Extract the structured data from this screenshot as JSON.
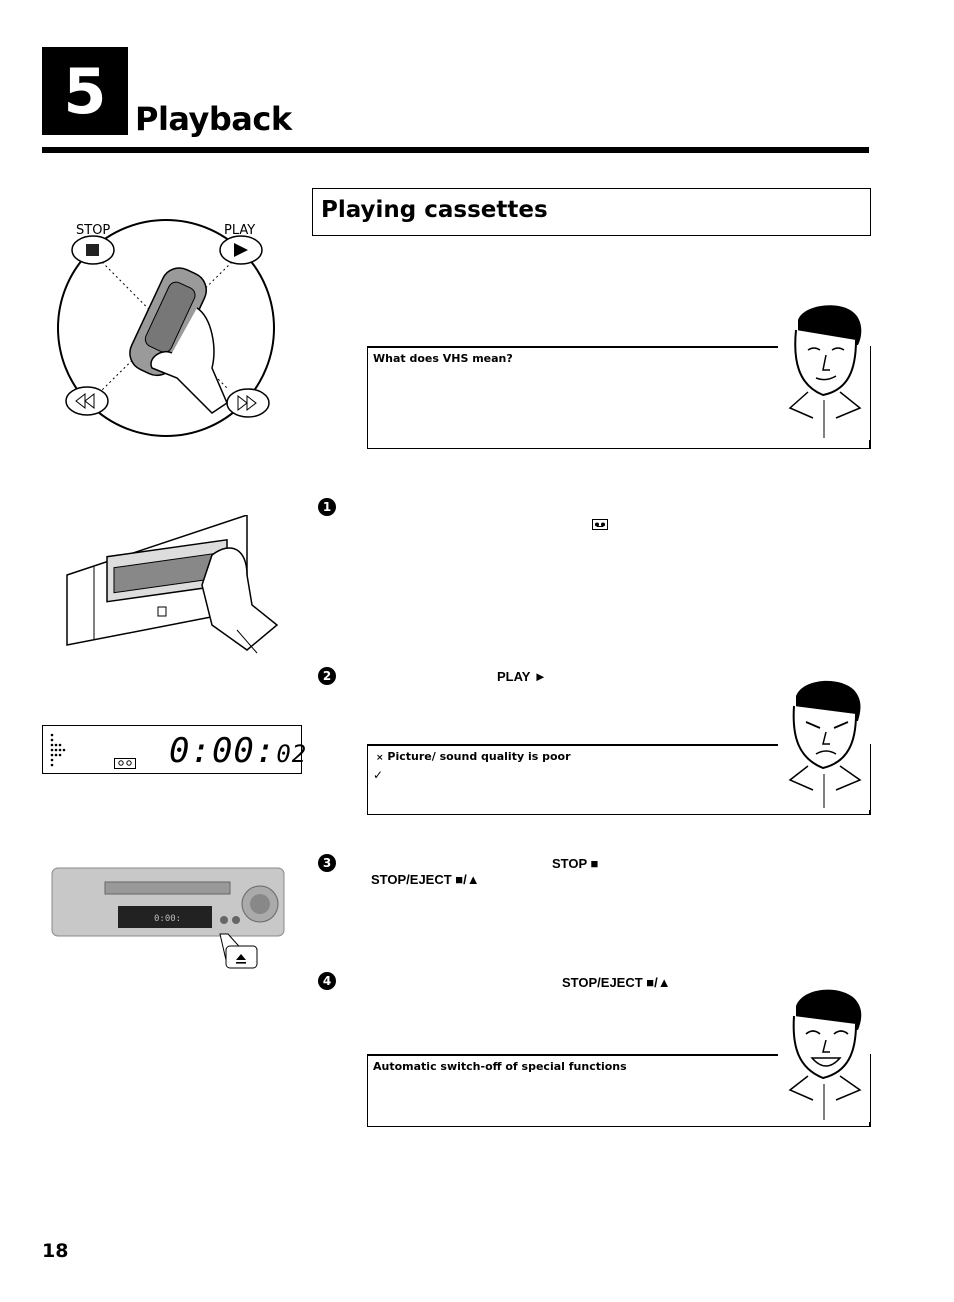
{
  "chapter": {
    "number": "5",
    "title": "Playback"
  },
  "section": {
    "title": "Playing cassettes"
  },
  "remote_labels": {
    "stop": "STOP",
    "play": "PLAY"
  },
  "notes": {
    "vhs": {
      "title": "What does VHS mean?"
    },
    "quality": {
      "title": "Picture/ sound quality is poor",
      "cross": "×",
      "check": "✓"
    },
    "autooff": {
      "title": "Automatic switch-off of special functions"
    }
  },
  "steps": {
    "s1": {
      "num": "1"
    },
    "s2": {
      "num": "2",
      "key": "PLAY ►"
    },
    "s3": {
      "num": "3",
      "key1": "STOP ■",
      "key2": "STOP/EJECT ■/▲"
    },
    "s4": {
      "num": "4",
      "key": "STOP/EJECT ■/▲"
    }
  },
  "display": {
    "time_main": "0:00:",
    "time_sec": "02"
  },
  "page_number": "18"
}
